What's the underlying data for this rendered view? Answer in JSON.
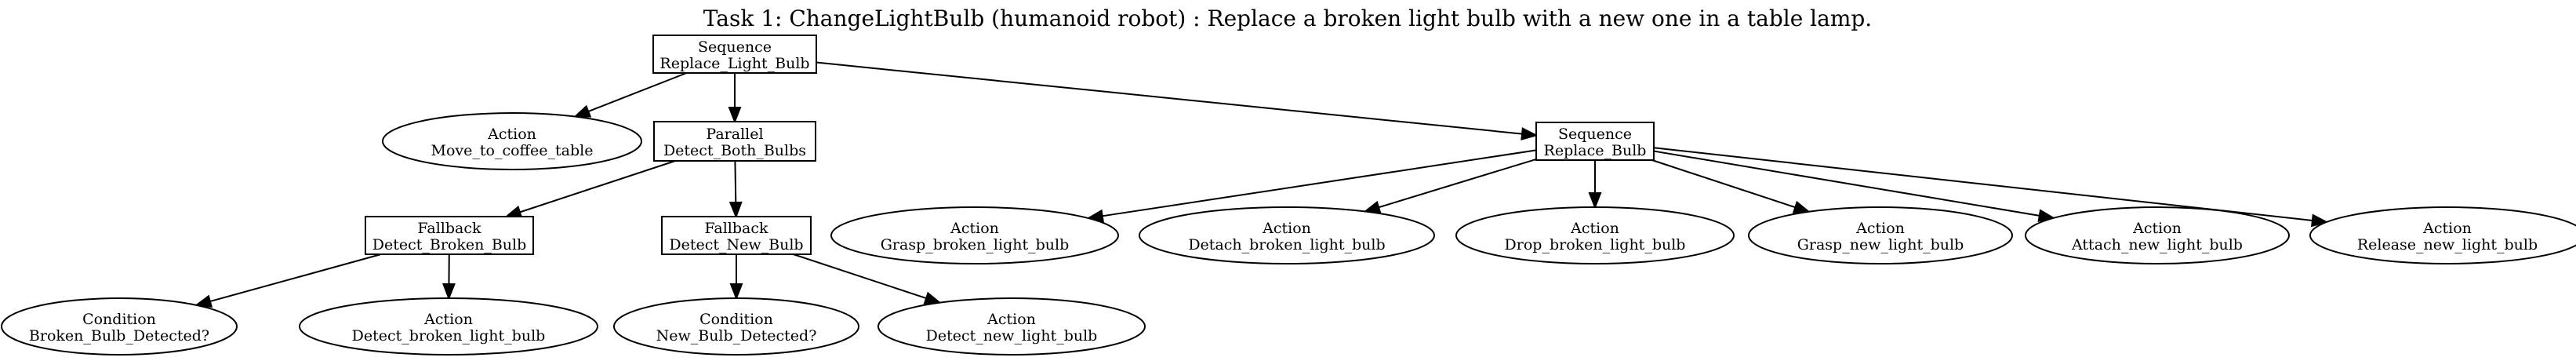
{
  "title": "Task 1: ChangeLightBulb (humanoid robot) : Replace a broken light bulb with a new one in a table lamp.",
  "nodes": {
    "replace_light_bulb": {
      "type": "Sequence",
      "label": "Replace_Light_Bulb",
      "shape": "box"
    },
    "move_to_coffee_table": {
      "type": "Action",
      "label": "Move_to_coffee_table",
      "shape": "ellipse"
    },
    "detect_both_bulbs": {
      "type": "Parallel",
      "label": "Detect_Both_Bulbs",
      "shape": "box"
    },
    "replace_bulb": {
      "type": "Sequence",
      "label": "Replace_Bulb",
      "shape": "box"
    },
    "detect_broken_bulb": {
      "type": "Fallback",
      "label": "Detect_Broken_Bulb",
      "shape": "box"
    },
    "detect_new_bulb": {
      "type": "Fallback",
      "label": "Detect_New_Bulb",
      "shape": "box"
    },
    "broken_bulb_detected": {
      "type": "Condition",
      "label": "Broken_Bulb_Detected?",
      "shape": "ellipse"
    },
    "detect_broken_light_bulb": {
      "type": "Action",
      "label": "Detect_broken_light_bulb",
      "shape": "ellipse"
    },
    "new_bulb_detected": {
      "type": "Condition",
      "label": "New_Bulb_Detected?",
      "shape": "ellipse"
    },
    "detect_new_light_bulb": {
      "type": "Action",
      "label": "Detect_new_light_bulb",
      "shape": "ellipse"
    },
    "grasp_broken_light_bulb": {
      "type": "Action",
      "label": "Grasp_broken_light_bulb",
      "shape": "ellipse"
    },
    "detach_broken_light_bulb": {
      "type": "Action",
      "label": "Detach_broken_light_bulb",
      "shape": "ellipse"
    },
    "drop_broken_light_bulb": {
      "type": "Action",
      "label": "Drop_broken_light_bulb",
      "shape": "ellipse"
    },
    "grasp_new_light_bulb": {
      "type": "Action",
      "label": "Grasp_new_light_bulb",
      "shape": "ellipse"
    },
    "attach_new_light_bulb": {
      "type": "Action",
      "label": "Attach_new_light_bulb",
      "shape": "ellipse"
    },
    "release_new_light_bulb": {
      "type": "Action",
      "label": "Release_new_light_bulb",
      "shape": "ellipse"
    }
  },
  "edges": [
    {
      "from": "replace_light_bulb",
      "to": "move_to_coffee_table"
    },
    {
      "from": "replace_light_bulb",
      "to": "detect_both_bulbs"
    },
    {
      "from": "replace_light_bulb",
      "to": "replace_bulb"
    },
    {
      "from": "detect_both_bulbs",
      "to": "detect_broken_bulb"
    },
    {
      "from": "detect_both_bulbs",
      "to": "detect_new_bulb"
    },
    {
      "from": "detect_broken_bulb",
      "to": "broken_bulb_detected"
    },
    {
      "from": "detect_broken_bulb",
      "to": "detect_broken_light_bulb"
    },
    {
      "from": "detect_new_bulb",
      "to": "new_bulb_detected"
    },
    {
      "from": "detect_new_bulb",
      "to": "detect_new_light_bulb"
    },
    {
      "from": "replace_bulb",
      "to": "grasp_broken_light_bulb"
    },
    {
      "from": "replace_bulb",
      "to": "detach_broken_light_bulb"
    },
    {
      "from": "replace_bulb",
      "to": "drop_broken_light_bulb"
    },
    {
      "from": "replace_bulb",
      "to": "grasp_new_light_bulb"
    },
    {
      "from": "replace_bulb",
      "to": "attach_new_light_bulb"
    },
    {
      "from": "replace_bulb",
      "to": "release_new_light_bulb"
    }
  ]
}
